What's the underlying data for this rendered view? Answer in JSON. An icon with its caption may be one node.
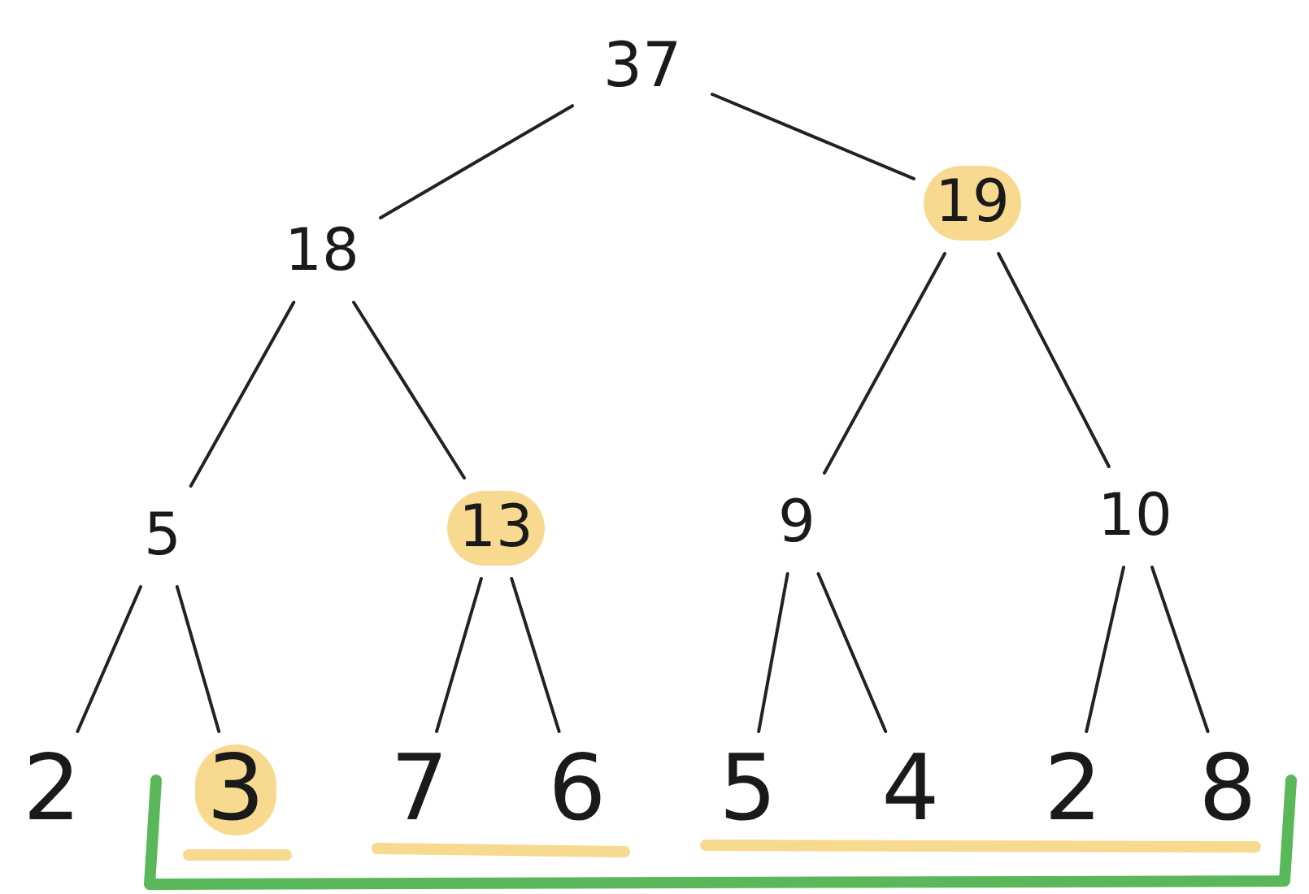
{
  "diagram": {
    "nodes": [
      {
        "text": [
          "37"
        ]
      },
      {
        "text": [
          "18"
        ]
      },
      {
        "text": [
          "19"
        ]
      },
      {
        "text": [
          "5"
        ]
      },
      {
        "text": [
          "13"
        ]
      },
      {
        "text": [
          "9"
        ]
      },
      {
        "text": [
          "10"
        ]
      },
      {
        "text": [
          "2"
        ]
      },
      {
        "text": [
          "3"
        ]
      },
      {
        "text": [
          "7"
        ]
      },
      {
        "text": [
          "6"
        ]
      },
      {
        "text": [
          "5"
        ]
      },
      {
        "text": [
          "4"
        ]
      },
      {
        "text": [
          "2"
        ]
      },
      {
        "text": [
          "8"
        ]
      }
    ],
    "edges": [
      {
        "from": 0,
        "to": 1,
        "arrow": "none"
      },
      {
        "from": 0,
        "to": 2,
        "arrow": "none"
      },
      {
        "from": 1,
        "to": 3,
        "arrow": "none"
      },
      {
        "from": 1,
        "to": 4,
        "arrow": "none"
      },
      {
        "from": 2,
        "to": 5,
        "arrow": "none"
      },
      {
        "from": 2,
        "to": 6,
        "arrow": "none"
      },
      {
        "from": 3,
        "to": 7,
        "arrow": "none"
      },
      {
        "from": 3,
        "to": 8,
        "arrow": "none"
      },
      {
        "from": 4,
        "to": 9,
        "arrow": "none"
      },
      {
        "from": 4,
        "to": 10,
        "arrow": "none"
      },
      {
        "from": 5,
        "to": 11,
        "arrow": "none"
      },
      {
        "from": 5,
        "to": 12,
        "arrow": "none"
      },
      {
        "from": 6,
        "to": 13,
        "arrow": "none"
      },
      {
        "from": 6,
        "to": 14,
        "arrow": "none"
      }
    ]
  }
}
